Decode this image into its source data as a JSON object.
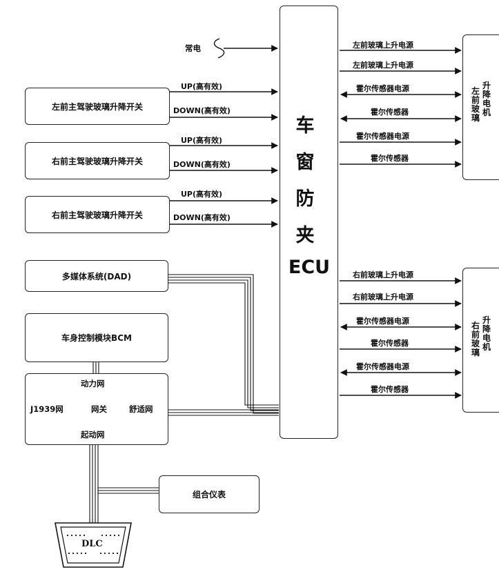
{
  "ecu": {
    "chars": [
      "车",
      "窗",
      "防",
      "夹"
    ],
    "label": "ECU"
  },
  "always_on": "常电",
  "switches": [
    {
      "name": "左前主驾驶玻璃升降开关",
      "up": "UP(高有效)",
      "down": "DOWN(高有效)"
    },
    {
      "name": "右前主驾驶玻璃升降开关",
      "up": "UP(高有效)",
      "down": "DOWN(高有效)"
    },
    {
      "name": "右前主驾驶玻璃升降开关",
      "up": "UP(高有效)",
      "down": "DOWN(高有效)"
    }
  ],
  "multimedia": "多媒体系统(DAD)",
  "bcm": "车身控制模块BCM",
  "gateway": {
    "power": "动力网",
    "j1939": "J1939网",
    "gateway": "网关",
    "comfort": "舒适网",
    "start": "起动网"
  },
  "cluster": "组合仪表",
  "dlc": "DLC",
  "left_motor": {
    "signals": [
      "左前玻璃上升电源",
      "左前玻璃上升电源",
      "霍尔传感器电源",
      "霍尔传感器",
      "霍尔传感器电源",
      "霍尔传感器"
    ],
    "col1": "左前玻璃",
    "col2": "升降电机"
  },
  "right_motor": {
    "signals": [
      "右前玻璃上升电源",
      "右前玻璃上升电源",
      "霍尔传感器电源",
      "霍尔传感器",
      "霍尔传感器电源",
      "霍尔传感器"
    ],
    "col1": "右前玻璃",
    "col2": "升降电机"
  }
}
